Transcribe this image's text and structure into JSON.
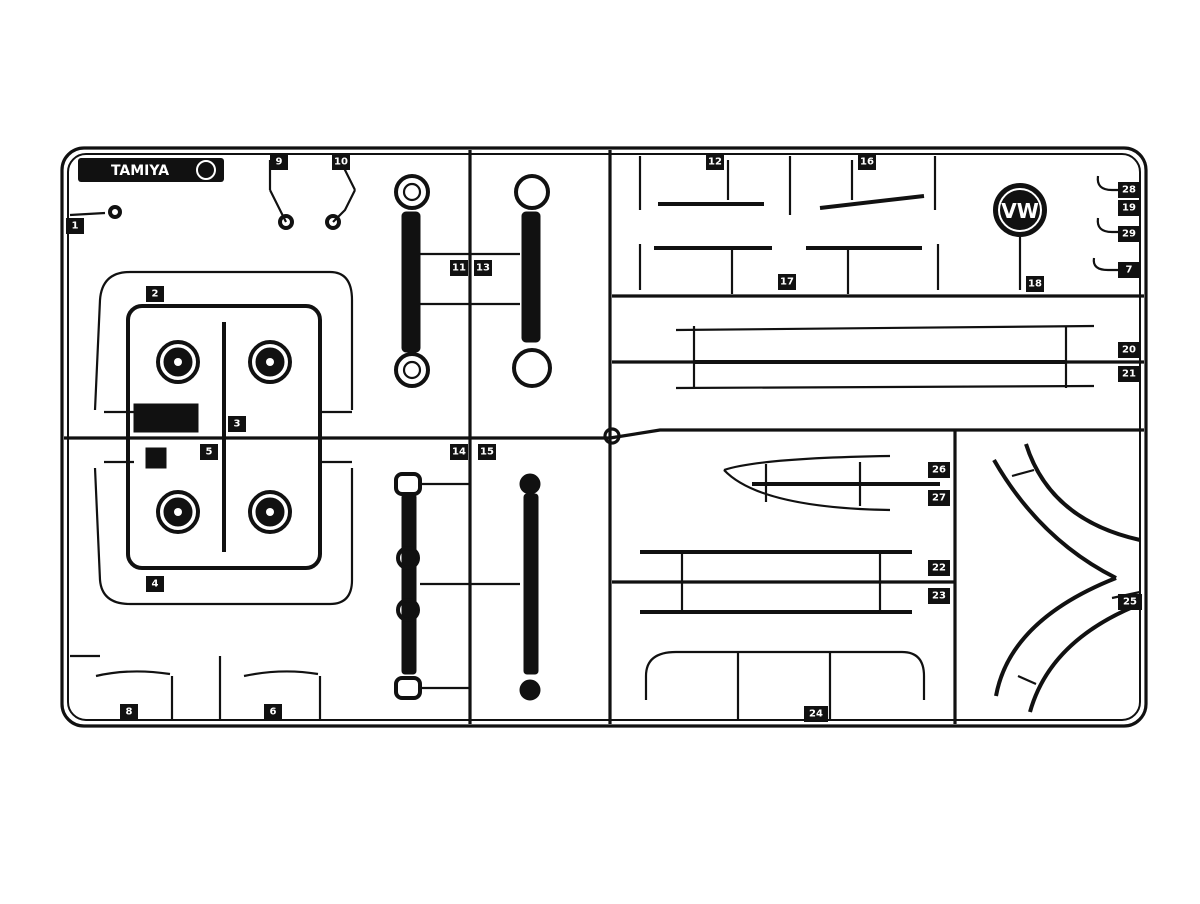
{
  "brand": {
    "logo_text": "TAMIYA",
    "vw_emblem": "VW"
  },
  "colors": {
    "ink": "#111111",
    "paper": "#ffffff"
  },
  "part_numbers": {
    "p1": "1",
    "p2": "2",
    "p3": "3",
    "p4": "4",
    "p5": "5",
    "p6": "6",
    "p7": "7",
    "p8": "8",
    "p9": "9",
    "p10": "10",
    "p11": "11",
    "p12": "12",
    "p13": "13",
    "p14": "14",
    "p15": "15",
    "p16": "16",
    "p17": "17",
    "p18": "18",
    "p19": "19",
    "p20": "20",
    "p21": "21",
    "p22": "22",
    "p23": "23",
    "p24": "24",
    "p25": "25",
    "p26": "26",
    "p27": "27",
    "p28": "28",
    "p29": "29"
  }
}
